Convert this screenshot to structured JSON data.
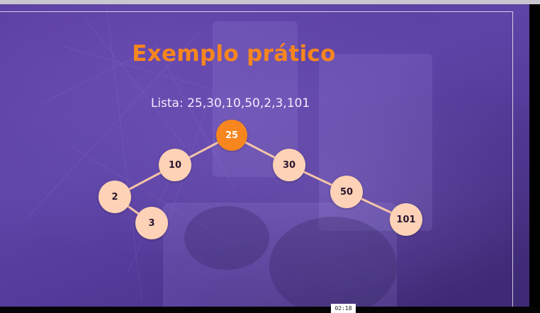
{
  "slide": {
    "title": "Exemplo prático",
    "subtitle": "Lista: 25,30,10,50,2,3,101"
  },
  "tree": {
    "nodes": [
      {
        "id": "n25",
        "label": "25",
        "root": true
      },
      {
        "id": "n10",
        "label": "10"
      },
      {
        "id": "n30",
        "label": "30"
      },
      {
        "id": "n2",
        "label": "2"
      },
      {
        "id": "n3",
        "label": "3"
      },
      {
        "id": "n50",
        "label": "50"
      },
      {
        "id": "n101",
        "label": "101"
      }
    ],
    "edges": [
      [
        "n25",
        "n10"
      ],
      [
        "n25",
        "n30"
      ],
      [
        "n10",
        "n2"
      ],
      [
        "n2",
        "n3"
      ],
      [
        "n30",
        "n50"
      ],
      [
        "n50",
        "n101"
      ]
    ]
  },
  "player": {
    "timestamp": "02:18"
  },
  "colors": {
    "accent": "#f7861f",
    "node_fill": "#fdd2b6",
    "edge": "#f4c4a8"
  }
}
